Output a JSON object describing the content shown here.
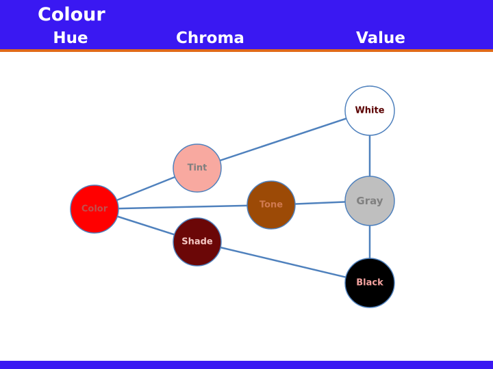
{
  "header": {
    "title": "Colour",
    "columns": [
      "Hue",
      "Chroma",
      "Value"
    ]
  },
  "colors": {
    "header_bg": "#3a18f2",
    "header_stripe": "#e06a1a",
    "connector": "#4f81bd"
  },
  "diagram": {
    "nodes": [
      {
        "id": "color",
        "label": "Color",
        "fill": "#ff0000",
        "text_color": "#c0504d"
      },
      {
        "id": "tint",
        "label": "Tint",
        "fill": "#f8a9a0",
        "text_color": "#7f7f7f"
      },
      {
        "id": "tone",
        "label": "Tone",
        "fill": "#9c4a06",
        "text_color": "#d07a50"
      },
      {
        "id": "shade",
        "label": "Shade",
        "fill": "#6b0707",
        "text_color": "#f4c7c3"
      },
      {
        "id": "white",
        "label": "White",
        "fill": "#ffffff",
        "text_color": "#5a0000"
      },
      {
        "id": "gray",
        "label": "Gray",
        "fill": "#bfbfbf",
        "text_color": "#808080"
      },
      {
        "id": "black",
        "label": "Black",
        "fill": "#000000",
        "text_color": "#f4a3a0"
      }
    ],
    "edges": [
      {
        "from": "color",
        "to": "tint"
      },
      {
        "from": "tint",
        "to": "white"
      },
      {
        "from": "color",
        "to": "tone"
      },
      {
        "from": "tone",
        "to": "gray"
      },
      {
        "from": "color",
        "to": "shade"
      },
      {
        "from": "shade",
        "to": "black"
      },
      {
        "from": "white",
        "to": "gray"
      },
      {
        "from": "gray",
        "to": "black"
      }
    ]
  }
}
